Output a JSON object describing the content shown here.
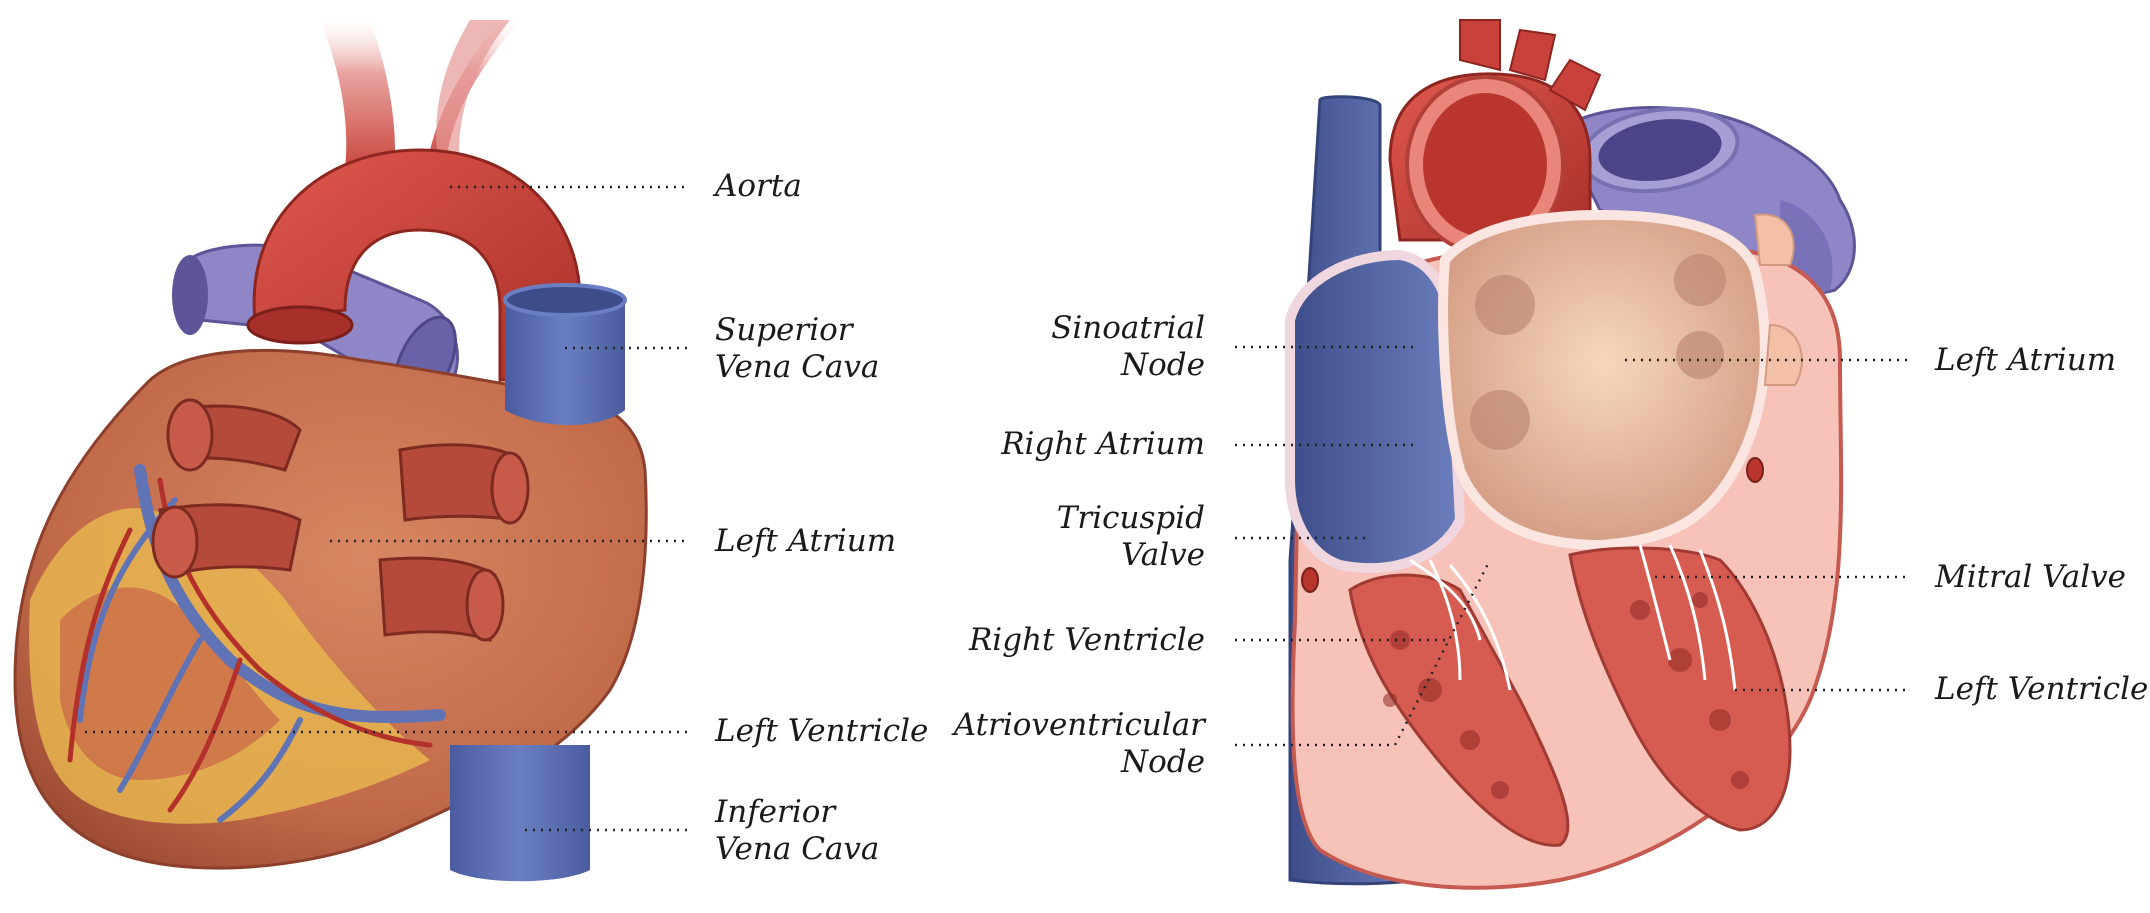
{
  "colors": {
    "aorta": "#c8413a",
    "aorta_dark": "#8e2620",
    "vena_cava": "#5f73b5",
    "vena_cava_dark": "#3f4f8c",
    "pulmonary": "#8e86c6",
    "heart_muscle": "#c9704f",
    "heart_dark": "#9b4a33",
    "fat": "#f0c65a",
    "interior_tissue": "#f3b3a8",
    "atrium_inner": "#f2c7ad",
    "leader": "#222222"
  },
  "left_heart": {
    "labels": {
      "aorta": "Aorta",
      "superior_vena_cava": [
        "Superior",
        "Vena Cava"
      ],
      "left_atrium": "Left Atrium",
      "left_ventricle": "Left Ventricle",
      "inferior_vena_cava": [
        "Inferior",
        "Vena Cava"
      ]
    }
  },
  "right_heart": {
    "labels": {
      "sinoatrial_node": [
        "Sinoatrial",
        "Node"
      ],
      "right_atrium": "Right Atrium",
      "tricuspid_valve": [
        "Tricuspid",
        "Valve"
      ],
      "right_ventricle": "Right Ventricle",
      "atrioventricular_node": [
        "Atrioventricular",
        "Node"
      ],
      "left_atrium": "Left Atrium",
      "mitral_valve": "Mitral Valve",
      "left_ventricle": "Left Ventricle"
    }
  }
}
